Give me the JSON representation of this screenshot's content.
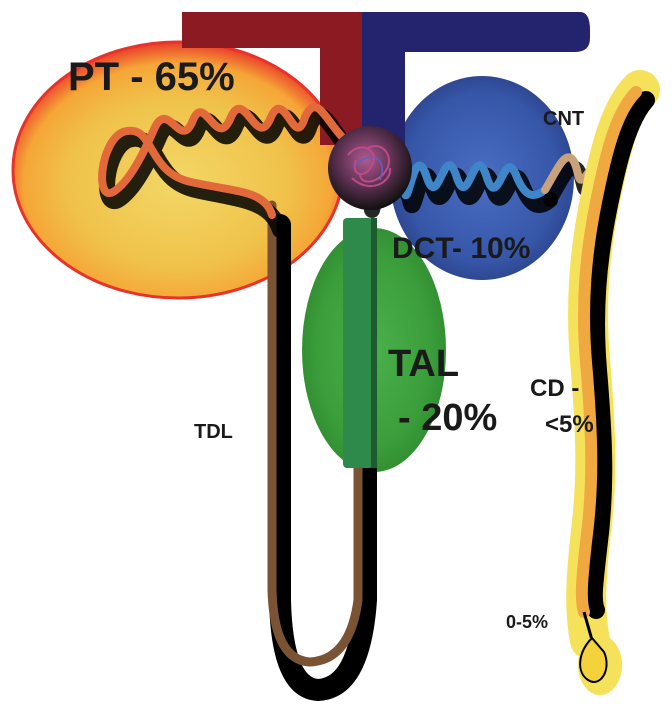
{
  "labels": {
    "pt": "PT - 65%",
    "cnt": "CNT",
    "dct": "DCT- 10%",
    "tal_line1": "TAL",
    "tal_line2": "- 20%",
    "cd_line1": "CD -",
    "cd_line2": "<5%",
    "tdl": "TDL",
    "drop": "0-5%"
  },
  "colors": {
    "afferent_arteriole": "#8b1a22",
    "efferent_arteriole": "#23236e",
    "pt_region": "#f2c64a",
    "pt_tubule": "#e2693a",
    "dct_region": "#3d5fb0",
    "dct_tubule": "#3f86c8",
    "tal_region": "#3aa33a",
    "tal_tubule": "#2d8a4a",
    "tdl_tubule": "#7a5334",
    "cnt_tubule": "#c9a27a",
    "cd_tubule": "#f0a840",
    "shadow": "#000000"
  }
}
